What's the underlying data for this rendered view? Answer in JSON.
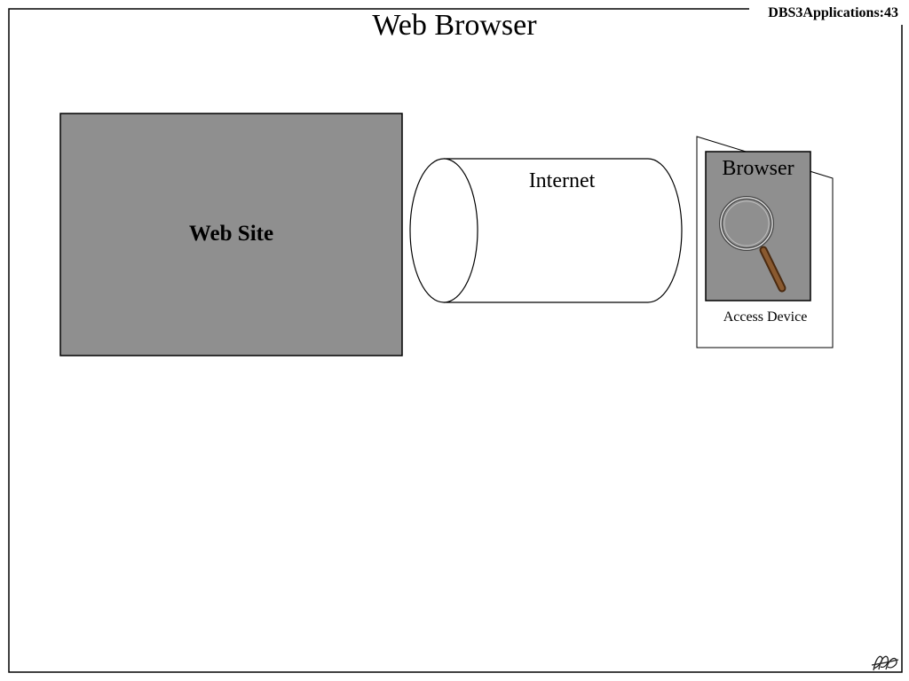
{
  "slide": {
    "title": "Web Browser",
    "id": "DBS3Applications:43"
  },
  "diagram": {
    "website_label": "Web Site",
    "network_label": "Internet",
    "browser_label": "Browser",
    "device_label": "Access Device",
    "browser_icon": "magnifying-glass-icon",
    "footer_logo": "signature-logo"
  },
  "colors": {
    "box_fill": "#8f8f8f",
    "stroke": "#000000",
    "background": "#ffffff",
    "handle": "#7a4a22"
  }
}
